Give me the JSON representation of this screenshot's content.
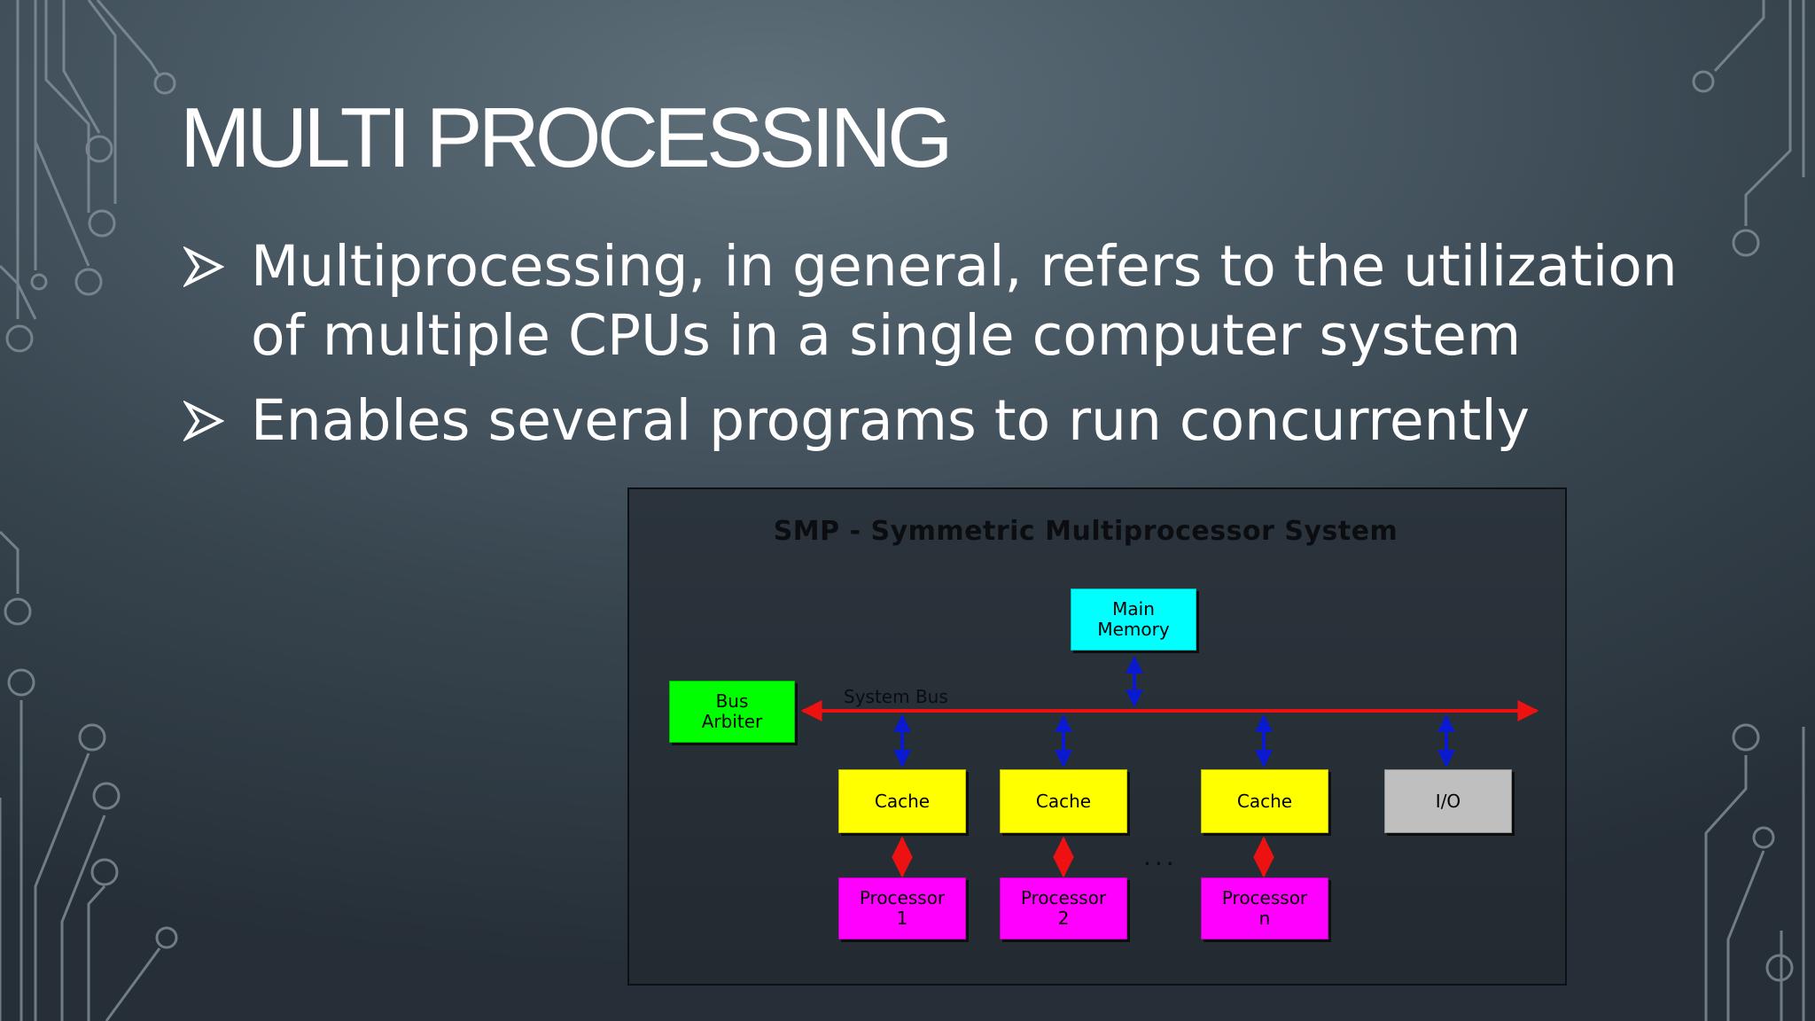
{
  "slide": {
    "title": "MULTI PROCESSING",
    "bullets": [
      {
        "text": "Multiprocessing, in general, refers to the utilization of multiple CPUs in a single computer system"
      },
      {
        "text": "Enables several programs to run concurrently"
      }
    ]
  },
  "diagram": {
    "title": "SMP - Symmetric Multiprocessor System",
    "main_memory": "Main\nMemory",
    "bus_arbiter": "Bus\nArbiter",
    "system_bus_label": "System Bus",
    "caches": [
      "Cache",
      "Cache",
      "Cache"
    ],
    "io": "I/O",
    "processors": [
      "Processor\n1",
      "Processor\n2",
      "Processor\nn"
    ],
    "ellipsis": "...",
    "colors": {
      "memory": "#00ffff",
      "arbiter": "#00ff00",
      "cache": "#ffff00",
      "io": "#bfbfbf",
      "processor": "#ff00ff",
      "bus": "#ee1111",
      "link": "#0a1ad0",
      "cache_link": "#ee1111"
    }
  }
}
